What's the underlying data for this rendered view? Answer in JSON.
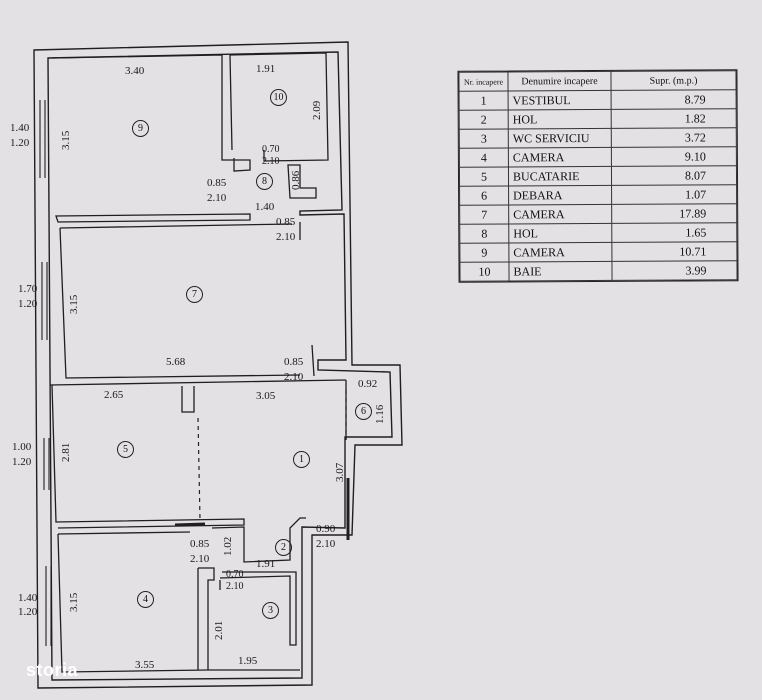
{
  "legend": {
    "headers": [
      "Nr. incapere",
      "Denumire incapere",
      "Supr. (m.p.)"
    ],
    "rows": [
      {
        "nr": "1",
        "name": "VESTIBUL",
        "area": "8.79"
      },
      {
        "nr": "2",
        "name": "HOL",
        "area": "1.82"
      },
      {
        "nr": "3",
        "name": "WC SERVICIU",
        "area": "3.72"
      },
      {
        "nr": "4",
        "name": "CAMERA",
        "area": "9.10"
      },
      {
        "nr": "5",
        "name": "BUCATARIE",
        "area": "8.07"
      },
      {
        "nr": "6",
        "name": "DEBARA",
        "area": "1.07"
      },
      {
        "nr": "7",
        "name": "CAMERA",
        "area": "17.89"
      },
      {
        "nr": "8",
        "name": "HOL",
        "area": "1.65"
      },
      {
        "nr": "9",
        "name": "CAMERA",
        "area": "10.71"
      },
      {
        "nr": "10",
        "name": "BAIE",
        "area": "3.99"
      }
    ]
  },
  "rooms": {
    "r1": "1",
    "r2": "2",
    "r3": "3",
    "r4": "4",
    "r5": "5",
    "r6": "6",
    "r7": "7",
    "r8": "8",
    "r9": "9",
    "r10": "10"
  },
  "dims": {
    "d_340": "3.40",
    "d_191a": "1.91",
    "d_209": "2.09",
    "d_070a": "0.70",
    "d_210a": "2.10",
    "d_085a": "0.85",
    "d_210b": "2.10",
    "d_086": "0.86",
    "d_140w": "1.40",
    "d_120a": "1.20",
    "d_315a": "3.15",
    "d_140b": "1.40",
    "d_085b": "0.85",
    "d_210c": "2.10",
    "d_170w": "1.70",
    "d_120b": "1.20",
    "d_315b": "3.15",
    "d_568": "5.68",
    "d_085c": "0.85",
    "d_210d": "2.10",
    "d_092": "0.92",
    "d_116": "1.16",
    "d_265": "2.65",
    "d_305": "3.05",
    "d_100w": "1.00",
    "d_120c": "1.20",
    "d_281": "2.81",
    "d_307": "3.07",
    "d_090": "0.90",
    "d_210e": "2.10",
    "d_085d": "0.85",
    "d_210f": "2.10",
    "d_102": "1.02",
    "d_191b": "1.91",
    "d_070b": "0.70",
    "d_210g": "2.10",
    "d_140x": "1.40",
    "d_120d": "1.20",
    "d_315c": "3.15",
    "d_201": "2.01",
    "d_355": "3.55",
    "d_195": "1.95"
  },
  "brand": {
    "logo": "storia"
  }
}
